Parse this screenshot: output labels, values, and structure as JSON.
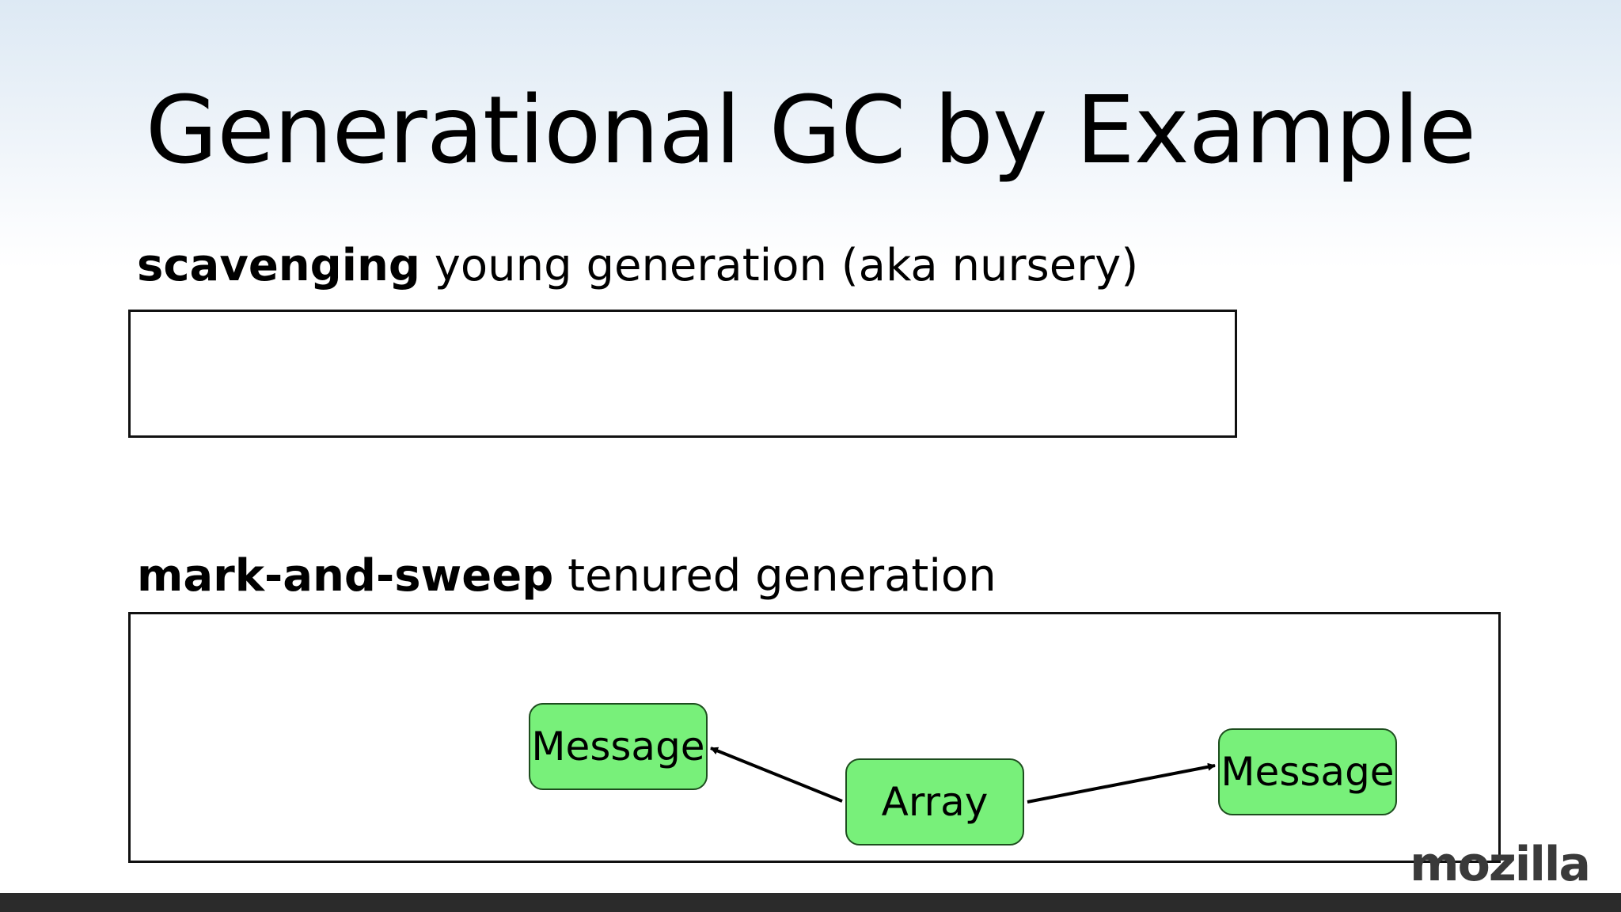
{
  "slide": {
    "title": "Generational GC by Example"
  },
  "sections": {
    "young": {
      "keyword": "scavenging",
      "description": " young generation (aka nursery)"
    },
    "tenured": {
      "keyword": "mark-and-sweep",
      "description": " tenured generation"
    }
  },
  "diagram": {
    "nodes": {
      "message_left": "Message",
      "array": "Array",
      "message_right": "Message"
    },
    "node_color": "#78f07a",
    "edges": [
      {
        "from": "array",
        "to": "message_left"
      },
      {
        "from": "array",
        "to": "message_right"
      }
    ]
  },
  "branding": {
    "logo": "mozilla"
  }
}
